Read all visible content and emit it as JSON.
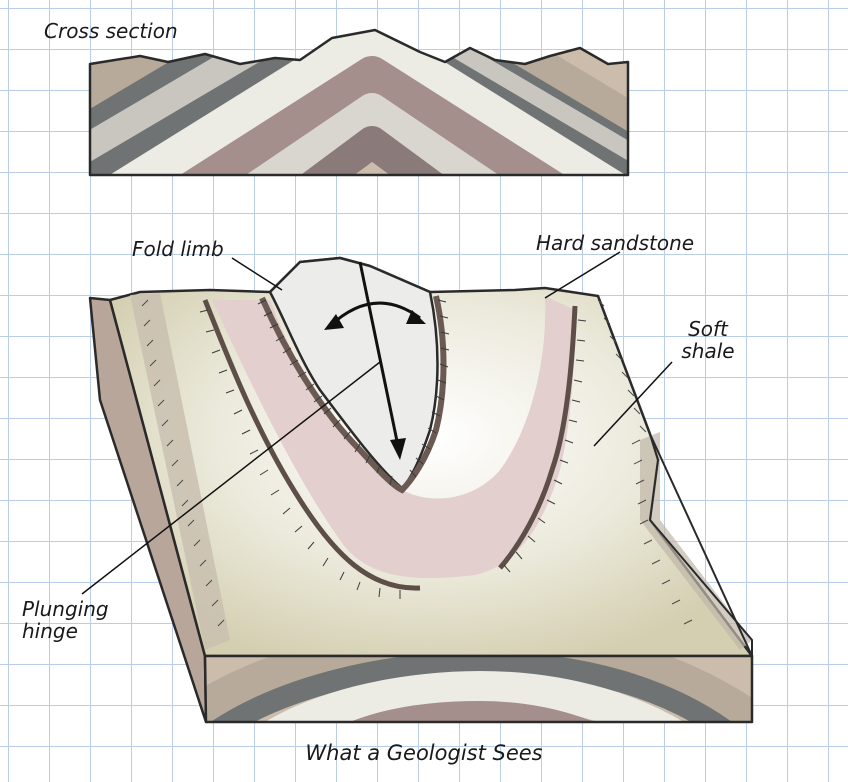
{
  "labels": {
    "cross_section": "Cross section",
    "fold_limb": "Fold limb",
    "hard_sandstone": "Hard sandstone",
    "soft_shale_line1": "Soft",
    "soft_shale_line2": "shale",
    "plunging_hinge_line1": "Plunging",
    "plunging_hinge_line2": "hinge",
    "caption": "What a Geologist Sees"
  },
  "colors": {
    "grid_line": "#b9cce8",
    "outline": "#2a2a2a",
    "light_layer": "#ecebe4",
    "grey_layer": "#c8c6bf",
    "dark_layer": "#6f7374",
    "mauve_layer": "#a58f8d",
    "tan_layer": "#cbbcab",
    "olive_shale": "#d7d3b8",
    "pink_core": "#e2d0cf",
    "block_side": "#b8a69a"
  }
}
